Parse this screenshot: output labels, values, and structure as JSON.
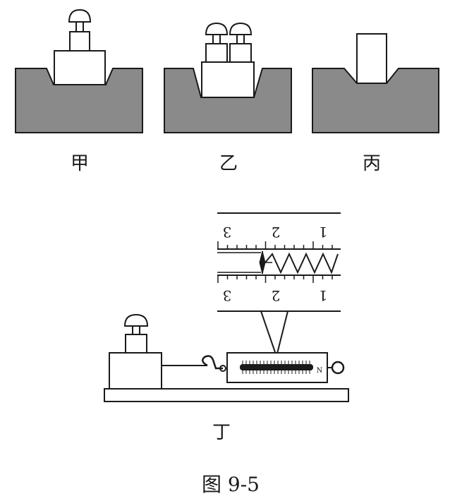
{
  "panels": {
    "jia": {
      "label": "甲"
    },
    "yi": {
      "label": "乙"
    },
    "bing": {
      "label": "丙"
    },
    "ding": {
      "label": "丁"
    }
  },
  "scale_numbers": {
    "top": [
      "3",
      "2",
      "1"
    ],
    "bottom": [
      "3",
      "2",
      "1"
    ]
  },
  "spring_scale_unit": "N",
  "caption": "图 9-5",
  "colors": {
    "sand": "#8a8a8a",
    "ink": "#1a1a1a"
  }
}
